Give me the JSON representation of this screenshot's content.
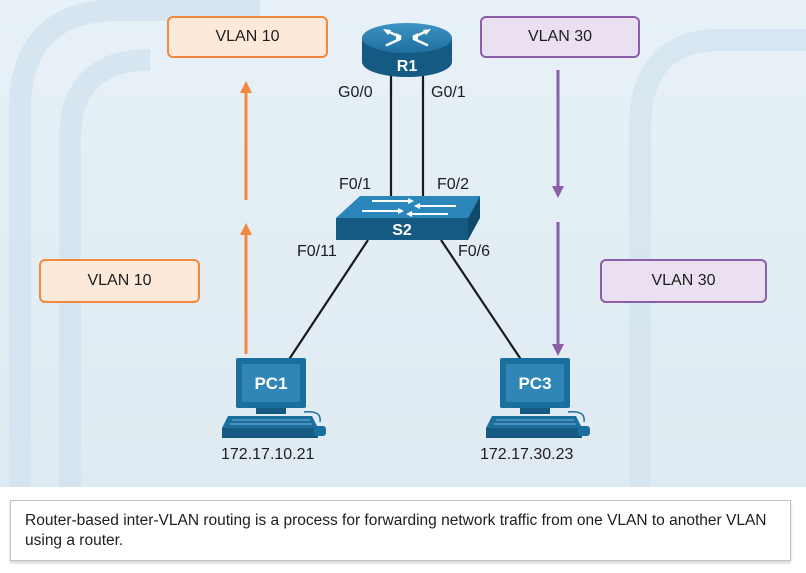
{
  "labels": {
    "vlan_top_left": "VLAN 10",
    "vlan_mid_left": "VLAN 10",
    "vlan_top_right": "VLAN 30",
    "vlan_mid_right": "VLAN 30",
    "router": "R1",
    "switch": "S2",
    "pc_left": "PC1",
    "pc_right": "PC3",
    "router_port_left": "G0/0",
    "router_port_right": "G0/1",
    "switch_port_up_left": "F0/1",
    "switch_port_up_right": "F0/2",
    "switch_port_down_left": "F0/11",
    "switch_port_down_right": "F0/6",
    "ip_left": "172.17.10.21",
    "ip_right": "172.17.30.23"
  },
  "caption": "Router-based inter-VLAN routing is a process for forwarding network traffic from one VLAN to another VLAN using a router.",
  "colors": {
    "vlan10": "#f0883e",
    "vlan30": "#8a5ea8",
    "device": "#1b6f9e",
    "background": "#e4eff6"
  }
}
